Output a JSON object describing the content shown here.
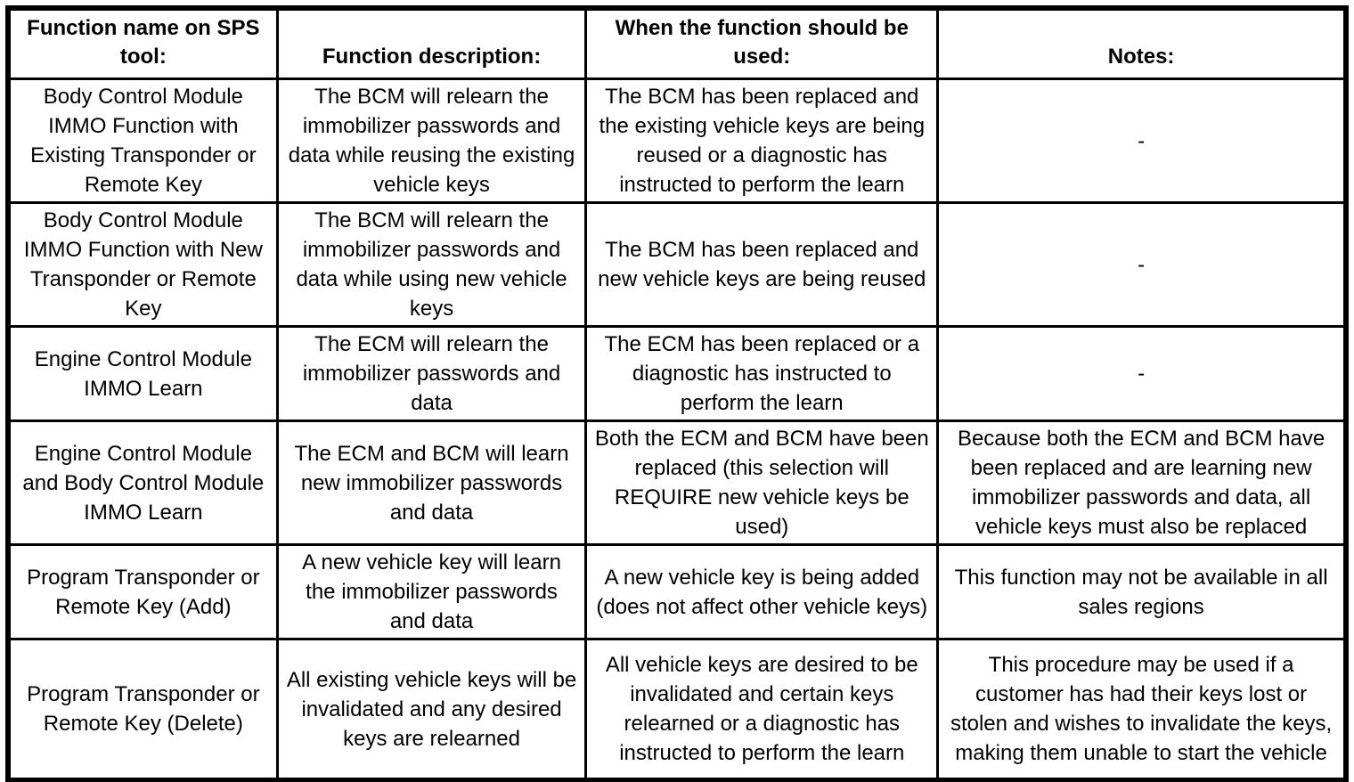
{
  "table": {
    "headers": [
      {
        "label": "Function name on SPS tool:"
      },
      {
        "label": "Function description:"
      },
      {
        "label": "When the function should be used:"
      },
      {
        "label": "Notes:"
      }
    ],
    "rows": [
      {
        "function_name": "Body Control Module IMMO Function with Existing Transponder or Remote Key",
        "description": "The BCM will relearn the immobilizer passwords and data while reusing the existing vehicle keys",
        "when_used": "The BCM has been replaced and the existing vehicle keys are being reused or a diagnostic has instructed to perform the learn",
        "notes": "-"
      },
      {
        "function_name": "Body Control Module IMMO Function with New Transponder or Remote Key",
        "description": "The BCM will relearn the immobilizer passwords and data while using new vehicle keys",
        "when_used": "The BCM has been replaced and new vehicle keys are being reused",
        "notes": "-"
      },
      {
        "function_name": "Engine Control Module IMMO Learn",
        "description": "The ECM will relearn the immobilizer passwords and data",
        "when_used": "The ECM has been replaced or a diagnostic has instructed to perform the learn",
        "notes": "-"
      },
      {
        "function_name": "Engine Control Module and Body Control Module IMMO Learn",
        "description": "The ECM and BCM will learn new immobilizer passwords and data",
        "when_used": "Both the ECM and BCM have been replaced (this selection will REQUIRE new vehicle keys be used)",
        "notes": "Because both the ECM and BCM have been replaced and are learning new immobilizer passwords and data, all vehicle keys must also be replaced"
      },
      {
        "function_name": "Program Transponder or Remote Key (Add)",
        "description": "A new vehicle key will learn the immobilizer passwords and data",
        "when_used": "A new vehicle key is being added (does not affect other vehicle keys)",
        "notes": "This function may not be available in all sales regions"
      },
      {
        "function_name": "Program Transponder or Remote Key (Delete)",
        "description": "All existing vehicle keys will be invalidated and any desired keys are relearned",
        "when_used": "All vehicle keys are desired to be invalidated and certain keys relearned or a diagnostic has instructed to perform the learn",
        "notes": "This procedure may be used if a customer has had their keys lost or stolen and wishes to invalidate the keys, making them unable to start the vehicle"
      }
    ]
  }
}
